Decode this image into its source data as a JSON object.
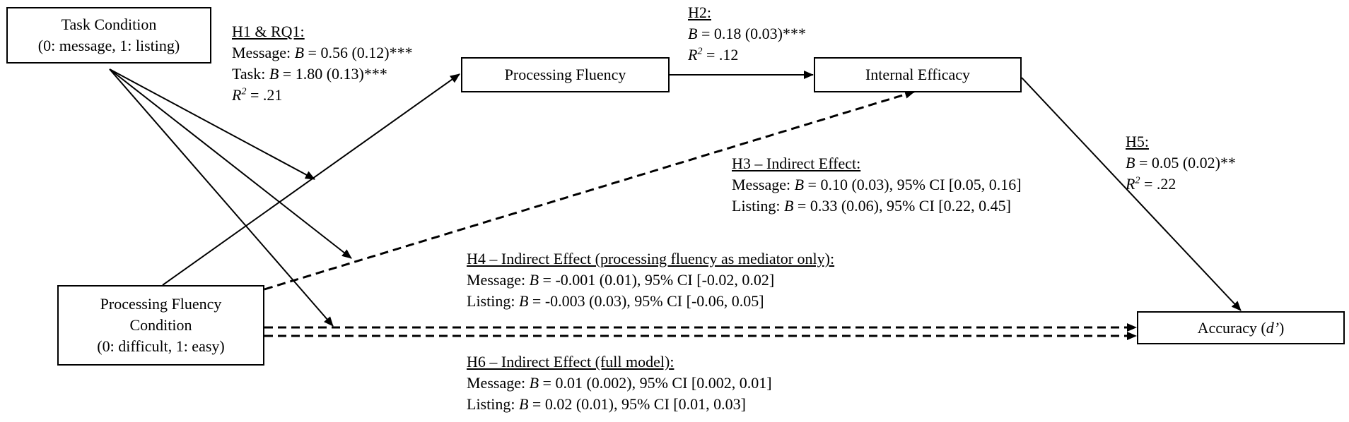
{
  "nodes": {
    "task": {
      "line1": "Task Condition",
      "line2": "(0: message, 1: listing)"
    },
    "fluency": {
      "label": "Processing Fluency"
    },
    "efficacy": {
      "label": "Internal Efficacy"
    },
    "pf_condition": {
      "line1": "Processing Fluency",
      "line2": "Condition",
      "line3": "(0: difficult, 1: easy)"
    },
    "accuracy": {
      "label": "Accuracy (",
      "italic": "d’",
      "close": ")"
    }
  },
  "labels": {
    "h1": {
      "title": "H1 & RQ1:",
      "line1_pre": "Message: ",
      "line1_b": "B",
      "line1_post": " = 0.56 (0.12)***",
      "line2_pre": "Task: ",
      "line2_b": "B",
      "line2_post": " = 1.80 (0.13)***",
      "r_sym": "R",
      "r_exp": "2",
      "r_val": " = .21"
    },
    "h2": {
      "title": "H2:",
      "line1_b": "B",
      "line1_post": " = 0.18 (0.03)***",
      "r_sym": "R",
      "r_exp": "2",
      "r_val": " = .12"
    },
    "h3": {
      "title": "H3 – Indirect Effect:",
      "line1_pre": "Message: ",
      "line1_b": "B",
      "line1_post": " = 0.10 (0.03), 95% CI [0.05, 0.16]",
      "line2_pre": "Listing: ",
      "line2_b": "B",
      "line2_post": " = 0.33 (0.06), 95% CI [0.22, 0.45]"
    },
    "h4": {
      "title": "H4 – Indirect Effect (processing fluency as mediator only):",
      "line1_pre": "Message: ",
      "line1_b": "B",
      "line1_post": " = -0.001 (0.01), 95% CI [-0.02, 0.02]",
      "line2_pre": "Listing: ",
      "line2_b": "B",
      "line2_post": " = -0.003 (0.03), 95% CI [-0.06, 0.05]"
    },
    "h5": {
      "title": "H5:",
      "line1_b": "B",
      "line1_post": " = 0.05 (0.02)**",
      "r_sym": "R",
      "r_exp": "2",
      "r_val": " = .22"
    },
    "h6": {
      "title": "H6 – Indirect Effect (full model):",
      "line1_pre": "Message: ",
      "line1_b": "B",
      "line1_post": " = 0.01 (0.002), 95% CI [0.002, 0.01]",
      "line2_pre": "Listing: ",
      "line2_b": "B",
      "line2_post": " = 0.02 (0.01), 95% CI [0.01, 0.03]"
    }
  },
  "colors": {
    "ink": "#000000",
    "background": "#ffffff"
  }
}
